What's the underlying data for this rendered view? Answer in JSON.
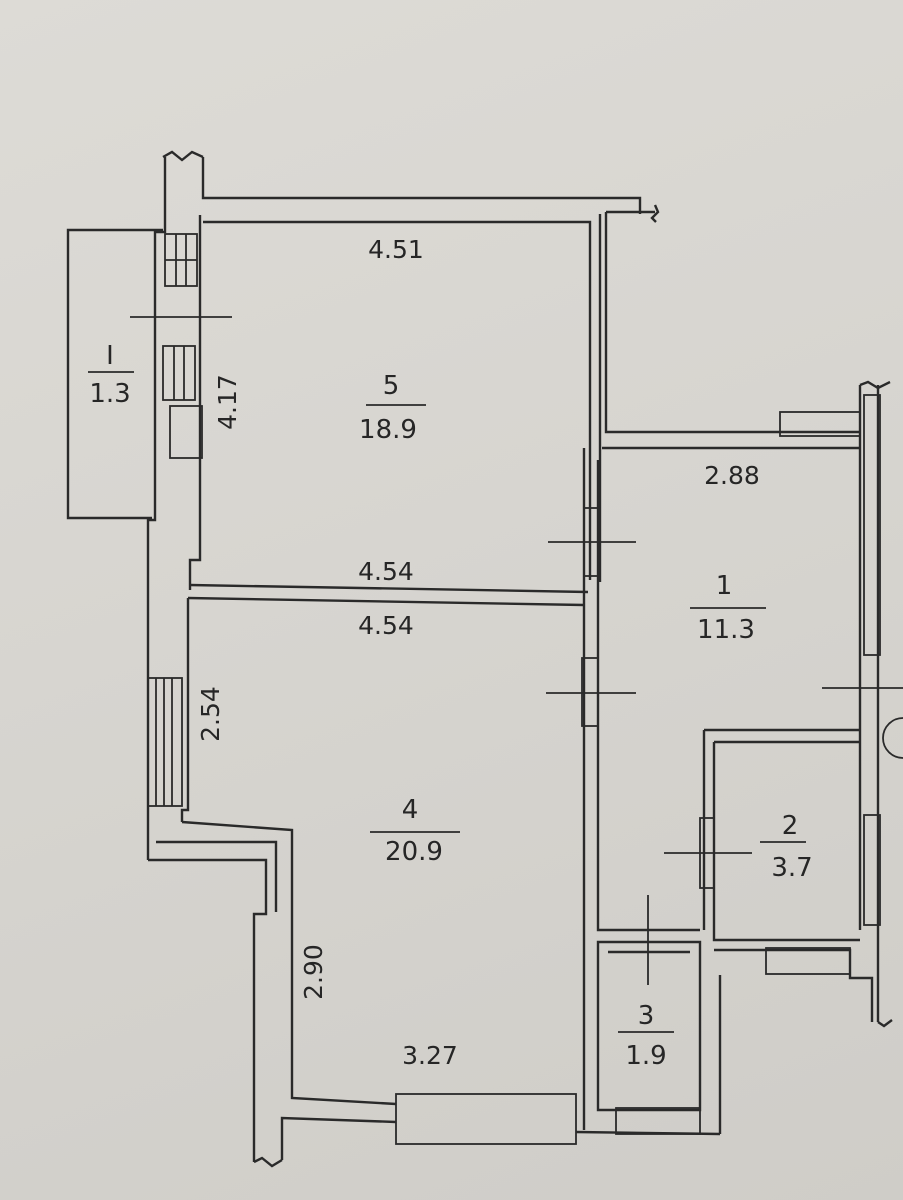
{
  "rooms": [
    {
      "number": "5",
      "area": "18.9"
    },
    {
      "number": "4",
      "area": "20.9"
    },
    {
      "number": "1",
      "area": "11.3"
    },
    {
      "number": "2",
      "area": "3.7"
    },
    {
      "number": "3",
      "area": "1.9"
    },
    {
      "number": "I",
      "area": "1.3"
    }
  ],
  "dimensions": {
    "room5_top": "4.51",
    "room5_side": "4.17",
    "room5_bottom": "4.54",
    "room4_top": "4.54",
    "room4_side_upper": "2.54",
    "room4_side_lower": "2.90",
    "room4_bottom": "3.27",
    "room1_top": "2.88"
  },
  "colors": {
    "ink": "#2a2a2a",
    "paper": "#d8d6d1"
  }
}
